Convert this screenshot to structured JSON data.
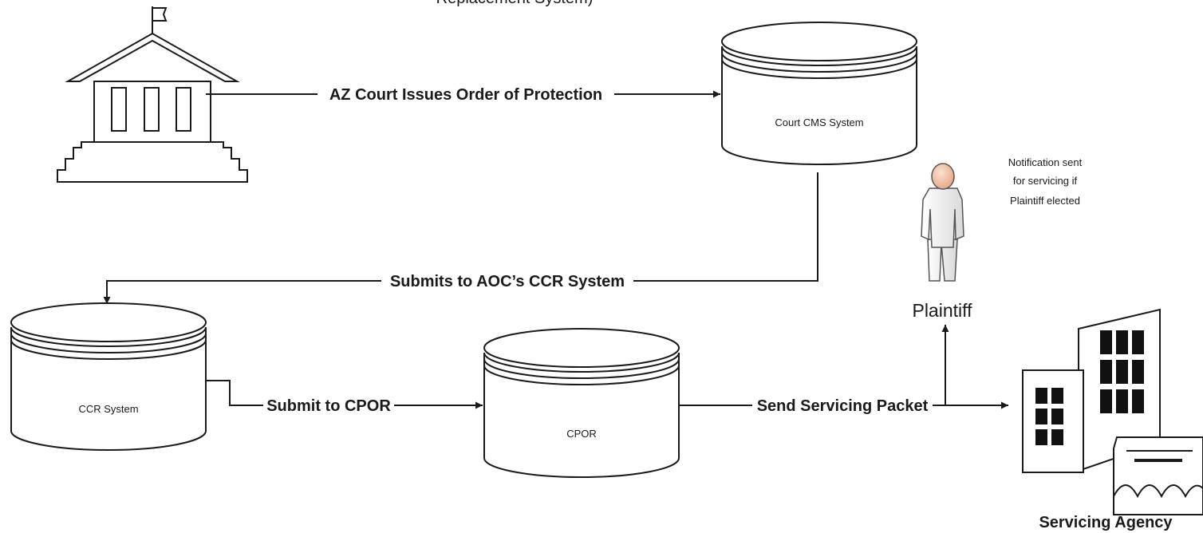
{
  "title_fragment": "Replacement System)",
  "nodes": {
    "court_cms": {
      "label": "Court CMS System"
    },
    "ccr": {
      "label": "CCR System"
    },
    "cpor": {
      "label": "CPOR"
    },
    "plaintiff": {
      "label": "Plaintiff"
    },
    "servicing_agency": {
      "label": "Servicing Agency"
    }
  },
  "edges": {
    "court_to_cms": {
      "label": "AZ Court Issues Order of Protection"
    },
    "cms_to_ccr": {
      "label": "Submits to AOC’s CCR System"
    },
    "ccr_to_cpor": {
      "label": "Submit to CPOR"
    },
    "cpor_to_agency": {
      "label": "Send Servicing Packet"
    }
  },
  "notification": {
    "line1": "Notification sent",
    "line2": "for servicing if",
    "line3": "Plaintiff elected"
  },
  "icons": [
    "courthouse-icon",
    "database-icon",
    "person-icon",
    "office-building-icon"
  ],
  "colors": {
    "stroke": "#1a1a1a",
    "text": "#1a1a1a",
    "person_skin": "#f2c0a4"
  }
}
